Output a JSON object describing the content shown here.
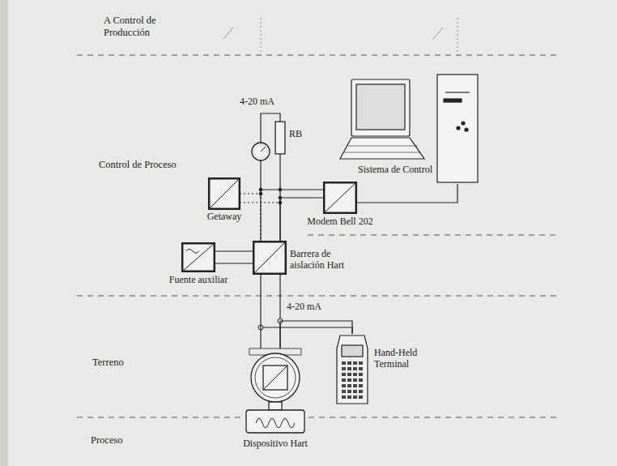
{
  "diagram": {
    "nodes": [
      {
        "text": [
          "RB"
        ]
      },
      {
        "text": [
          "Sistema de Control"
        ]
      },
      {
        "text": [
          "Getaway"
        ]
      },
      {
        "text": [
          "Modem Bell 202"
        ]
      },
      {
        "text": [
          "Fuente auxiliar"
        ]
      },
      {
        "text": [
          "Barrera de aislación Hart"
        ]
      },
      {
        "text": [
          "Hand-Held Terminal"
        ]
      },
      {
        "text": [
          "Dispositivo Hart"
        ]
      }
    ],
    "edges": [
      {
        "from": 0,
        "to": 5,
        "arrow": "none"
      },
      {
        "from": 2,
        "to": 5,
        "arrow": "none"
      },
      {
        "from": 3,
        "to": 5,
        "arrow": "none"
      },
      {
        "from": 3,
        "to": 1,
        "arrow": "none"
      },
      {
        "from": 4,
        "to": 5,
        "arrow": "none"
      },
      {
        "from": 5,
        "to": 7,
        "arrow": "none"
      },
      {
        "from": 6,
        "to": 7,
        "arrow": "none"
      }
    ],
    "labels": [
      "A Control de Producción",
      "4-20 mA",
      "Control de Proceso",
      "4-20 mA",
      "Terreno",
      "Proceso"
    ]
  }
}
